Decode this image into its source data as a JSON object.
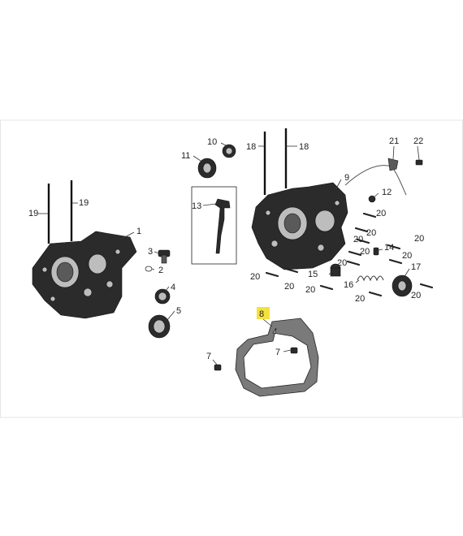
{
  "labels": {
    "l1": "1",
    "l2": "2",
    "l3": "3",
    "l4": "4",
    "l5": "5",
    "l7a": "7",
    "l7b": "7",
    "l8": "8",
    "l9": "9",
    "l10": "10",
    "l11": "11",
    "l12": "12",
    "l13": "13",
    "l14": "14",
    "l15": "15",
    "l16": "16",
    "l17": "17",
    "l18a": "18",
    "l18b": "18",
    "l19a": "19",
    "l19b": "19",
    "l20a": "20",
    "l20b": "20",
    "l20c": "20",
    "l20d": "20",
    "l20e": "20",
    "l20f": "20",
    "l20g": "20",
    "l20h": "20",
    "l20i": "20",
    "l20j": "20",
    "l20k": "20",
    "l20l": "20",
    "l21": "21",
    "l22": "22"
  },
  "highlight_color": "#f4e23c"
}
